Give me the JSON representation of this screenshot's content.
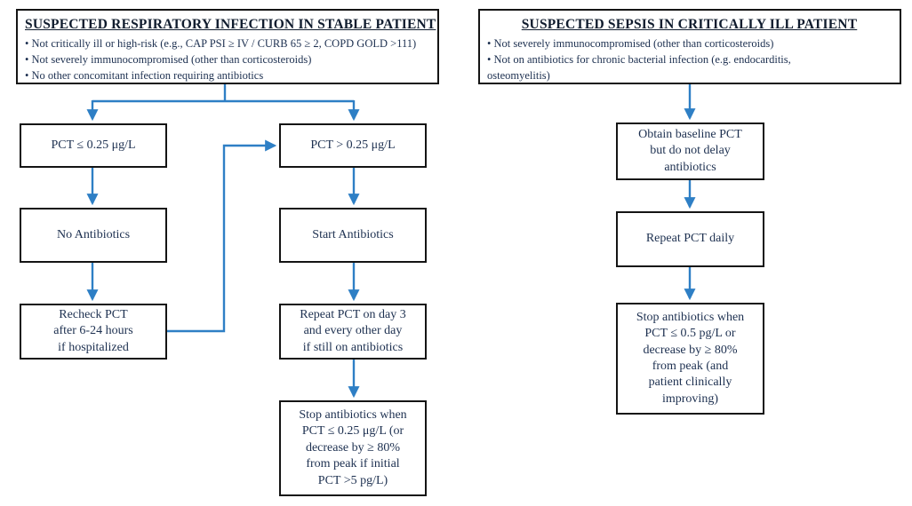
{
  "figure": {
    "colors": {
      "arrow": "#2e7fc5",
      "box_border": "#141414",
      "body_text": "#1d3050",
      "title_text": "#101c2e"
    },
    "left_panel": {
      "title": "SUSPECTED RESPIRATORY INFECTION IN STABLE PATIENT",
      "bullets": [
        "• Not critically ill or high-risk (e.g., CAP PSI ≥ IV / CURB 65 ≥ 2, COPD GOLD >111)",
        "• Not severely immunocompromised (other than corticosteroids)",
        "• No other concomitant infection requiring antibiotics"
      ],
      "nodes": {
        "pct_low": "PCT ≤ 0.25 μg/L",
        "no_antibiotics": "No Antibiotics",
        "recheck": "Recheck PCT\nafter 6-24 hours\nif hospitalized",
        "pct_high": "PCT > 0.25 μg/L",
        "start_antibiotics": "Start Antibiotics",
        "repeat_day3": "Repeat PCT on day 3\nand every other day\nif still on antibiotics",
        "stop_antibiotics": "Stop antibiotics when\nPCT ≤ 0.25 μg/L (or\ndecrease by ≥ 80%\nfrom peak if initial\nPCT >5 pg/L)"
      }
    },
    "right_panel": {
      "title": "SUSPECTED SEPSIS IN CRITICALLY ILL PATIENT",
      "bullets": [
        "• Not severely immunocompromised (other than corticosteroids)",
        "• Not on antibiotics for chronic bacterial infection (e.g. endocarditis,\nosteomyelitis)"
      ],
      "nodes": {
        "obtain_baseline": "Obtain baseline PCT\nbut do not delay\nantibiotics",
        "repeat_daily": "Repeat PCT daily",
        "stop_antibiotics": "Stop antibiotics when\nPCT ≤ 0.5 pg/L or\ndecrease by ≥ 80%\nfrom peak (and\npatient clinically\nimproving)"
      }
    }
  }
}
